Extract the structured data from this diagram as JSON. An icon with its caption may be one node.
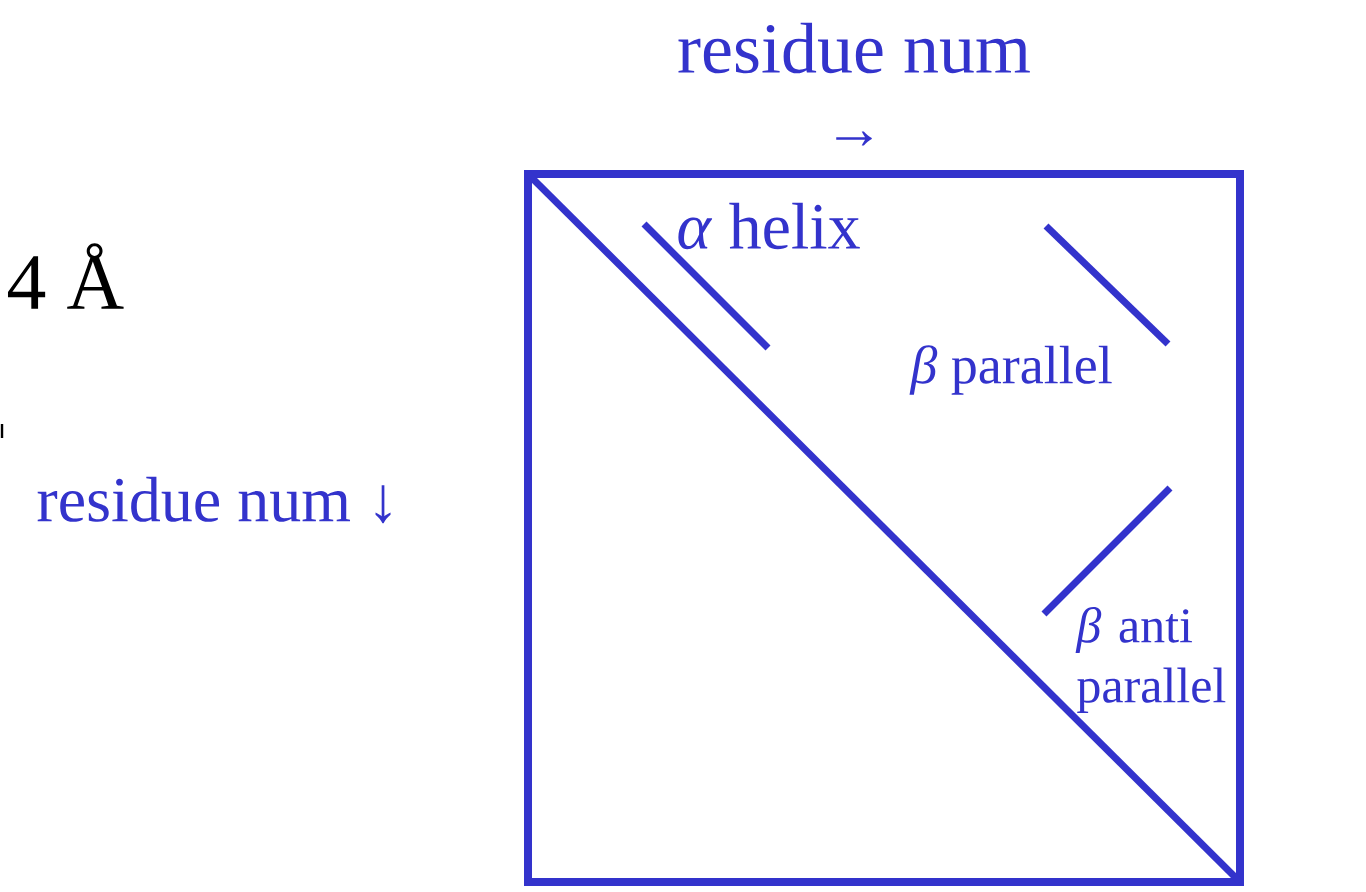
{
  "diagram": {
    "labels": [
      "residue num",
      "→",
      "4 Å",
      "residue num ↓",
      "*α* helix",
      "*β* parallel",
      "*β* anti parallel"
    ]
  }
}
